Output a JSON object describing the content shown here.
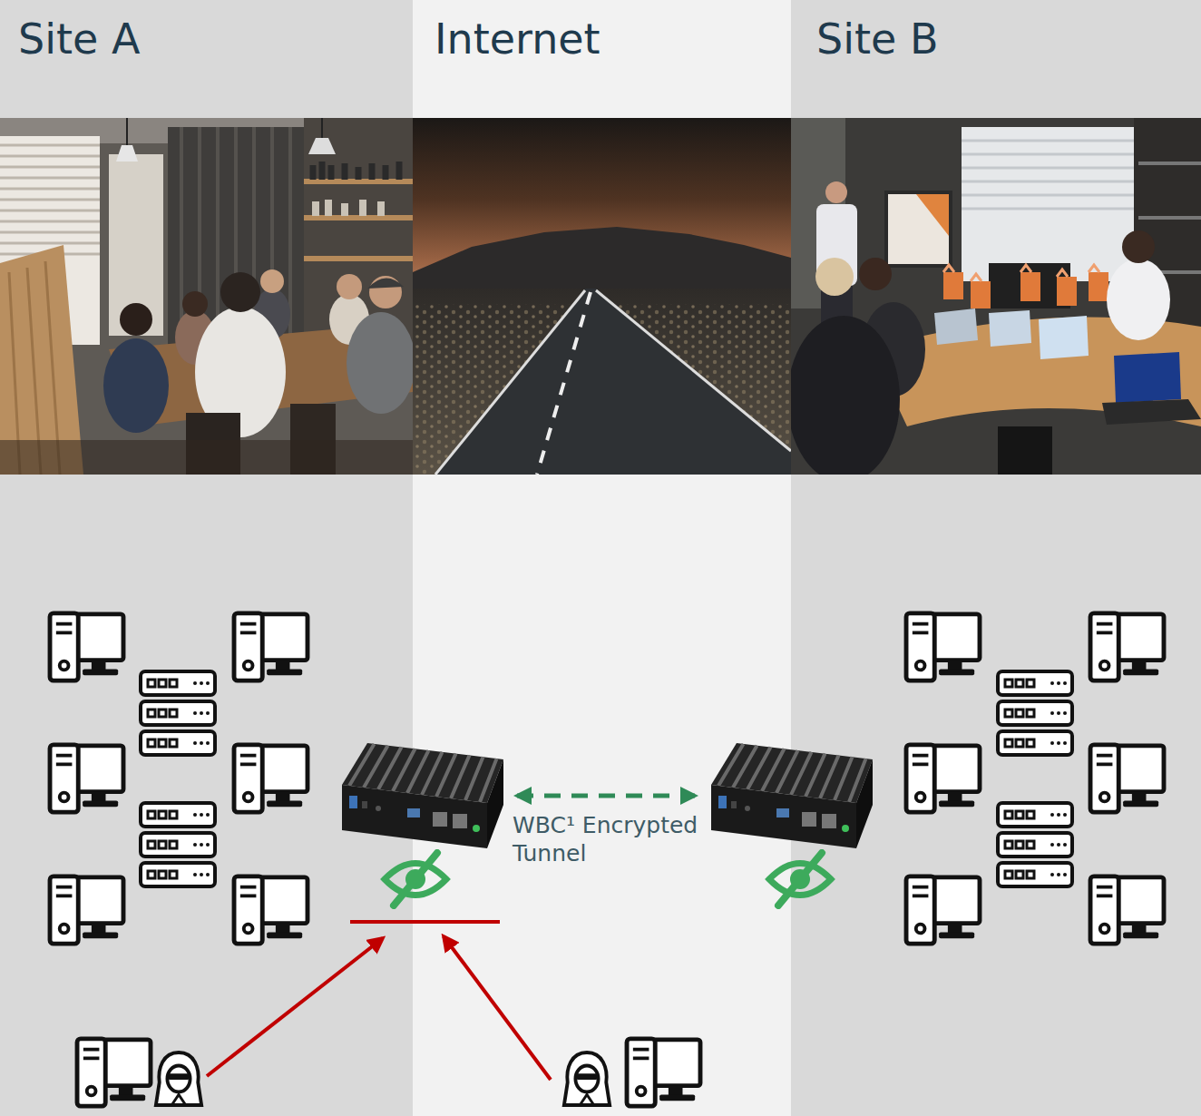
{
  "diagram": {
    "nodes": [
      {
        "text": [
          "Site A"
        ]
      },
      {
        "text": [
          "Internet"
        ]
      },
      {
        "text": [
          "Site B"
        ]
      }
    ],
    "labels": [
      "WBC¹ Encrypted Tunnel"
    ]
  }
}
